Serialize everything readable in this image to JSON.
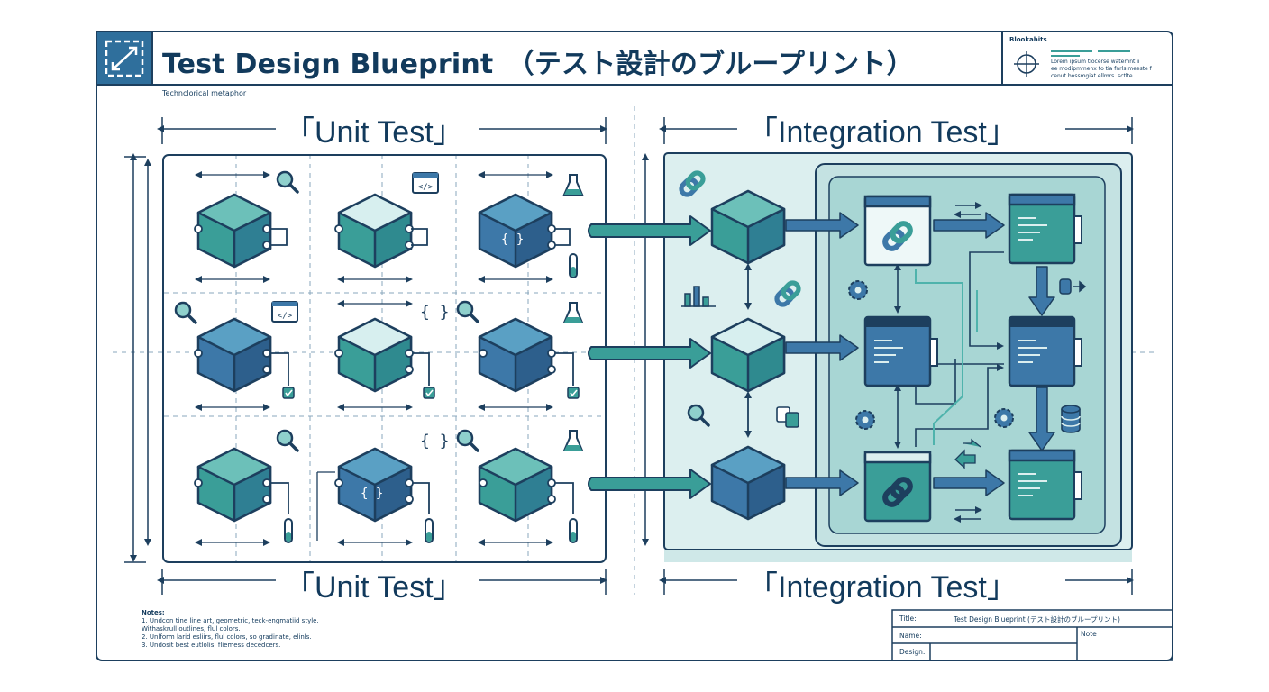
{
  "header": {
    "title": "Test Design Blueprint　（テスト設計のブループリント）",
    "subtitle": "Technclorical metaphor"
  },
  "legend_box": {
    "heading": "Blookahits",
    "lines": [
      "Lorem ipsum tlocerse watemnt ii",
      "ee modipmmenx to tia fnrls meeste f",
      "cenut bossmgiat ellmrs. sctlte"
    ]
  },
  "sections": {
    "unit_top": "「Unit Test」",
    "unit_bottom": "「Unit Test」",
    "integration_top": "「Integration Test」",
    "integration_bottom": "「Integration Test」"
  },
  "code_glyph": "{ }",
  "notes": {
    "heading": "Notes:",
    "items": [
      "1. Undcon tine line art, geometric, teck-engmatiid style.",
      "    Withaskrull outlines, flul colors.",
      "2. Unlform larid esliirs, flul colors, so gradinate, elinls.",
      "3. Undosit best eutlolis, fliemess decedcers."
    ]
  },
  "title_block": {
    "title_label": "Title:",
    "title_value": "Test Design Blueprint (テスト設計のブループリント)",
    "name_label": "Name:",
    "design_label": "Design:",
    "note_label": "Note"
  },
  "colors": {
    "navy": "#1d3f5e",
    "teal": "#3a9e98",
    "blue": "#3d78a8",
    "light_teal": "#dcefef",
    "mid_teal": "#b7dcdc"
  }
}
